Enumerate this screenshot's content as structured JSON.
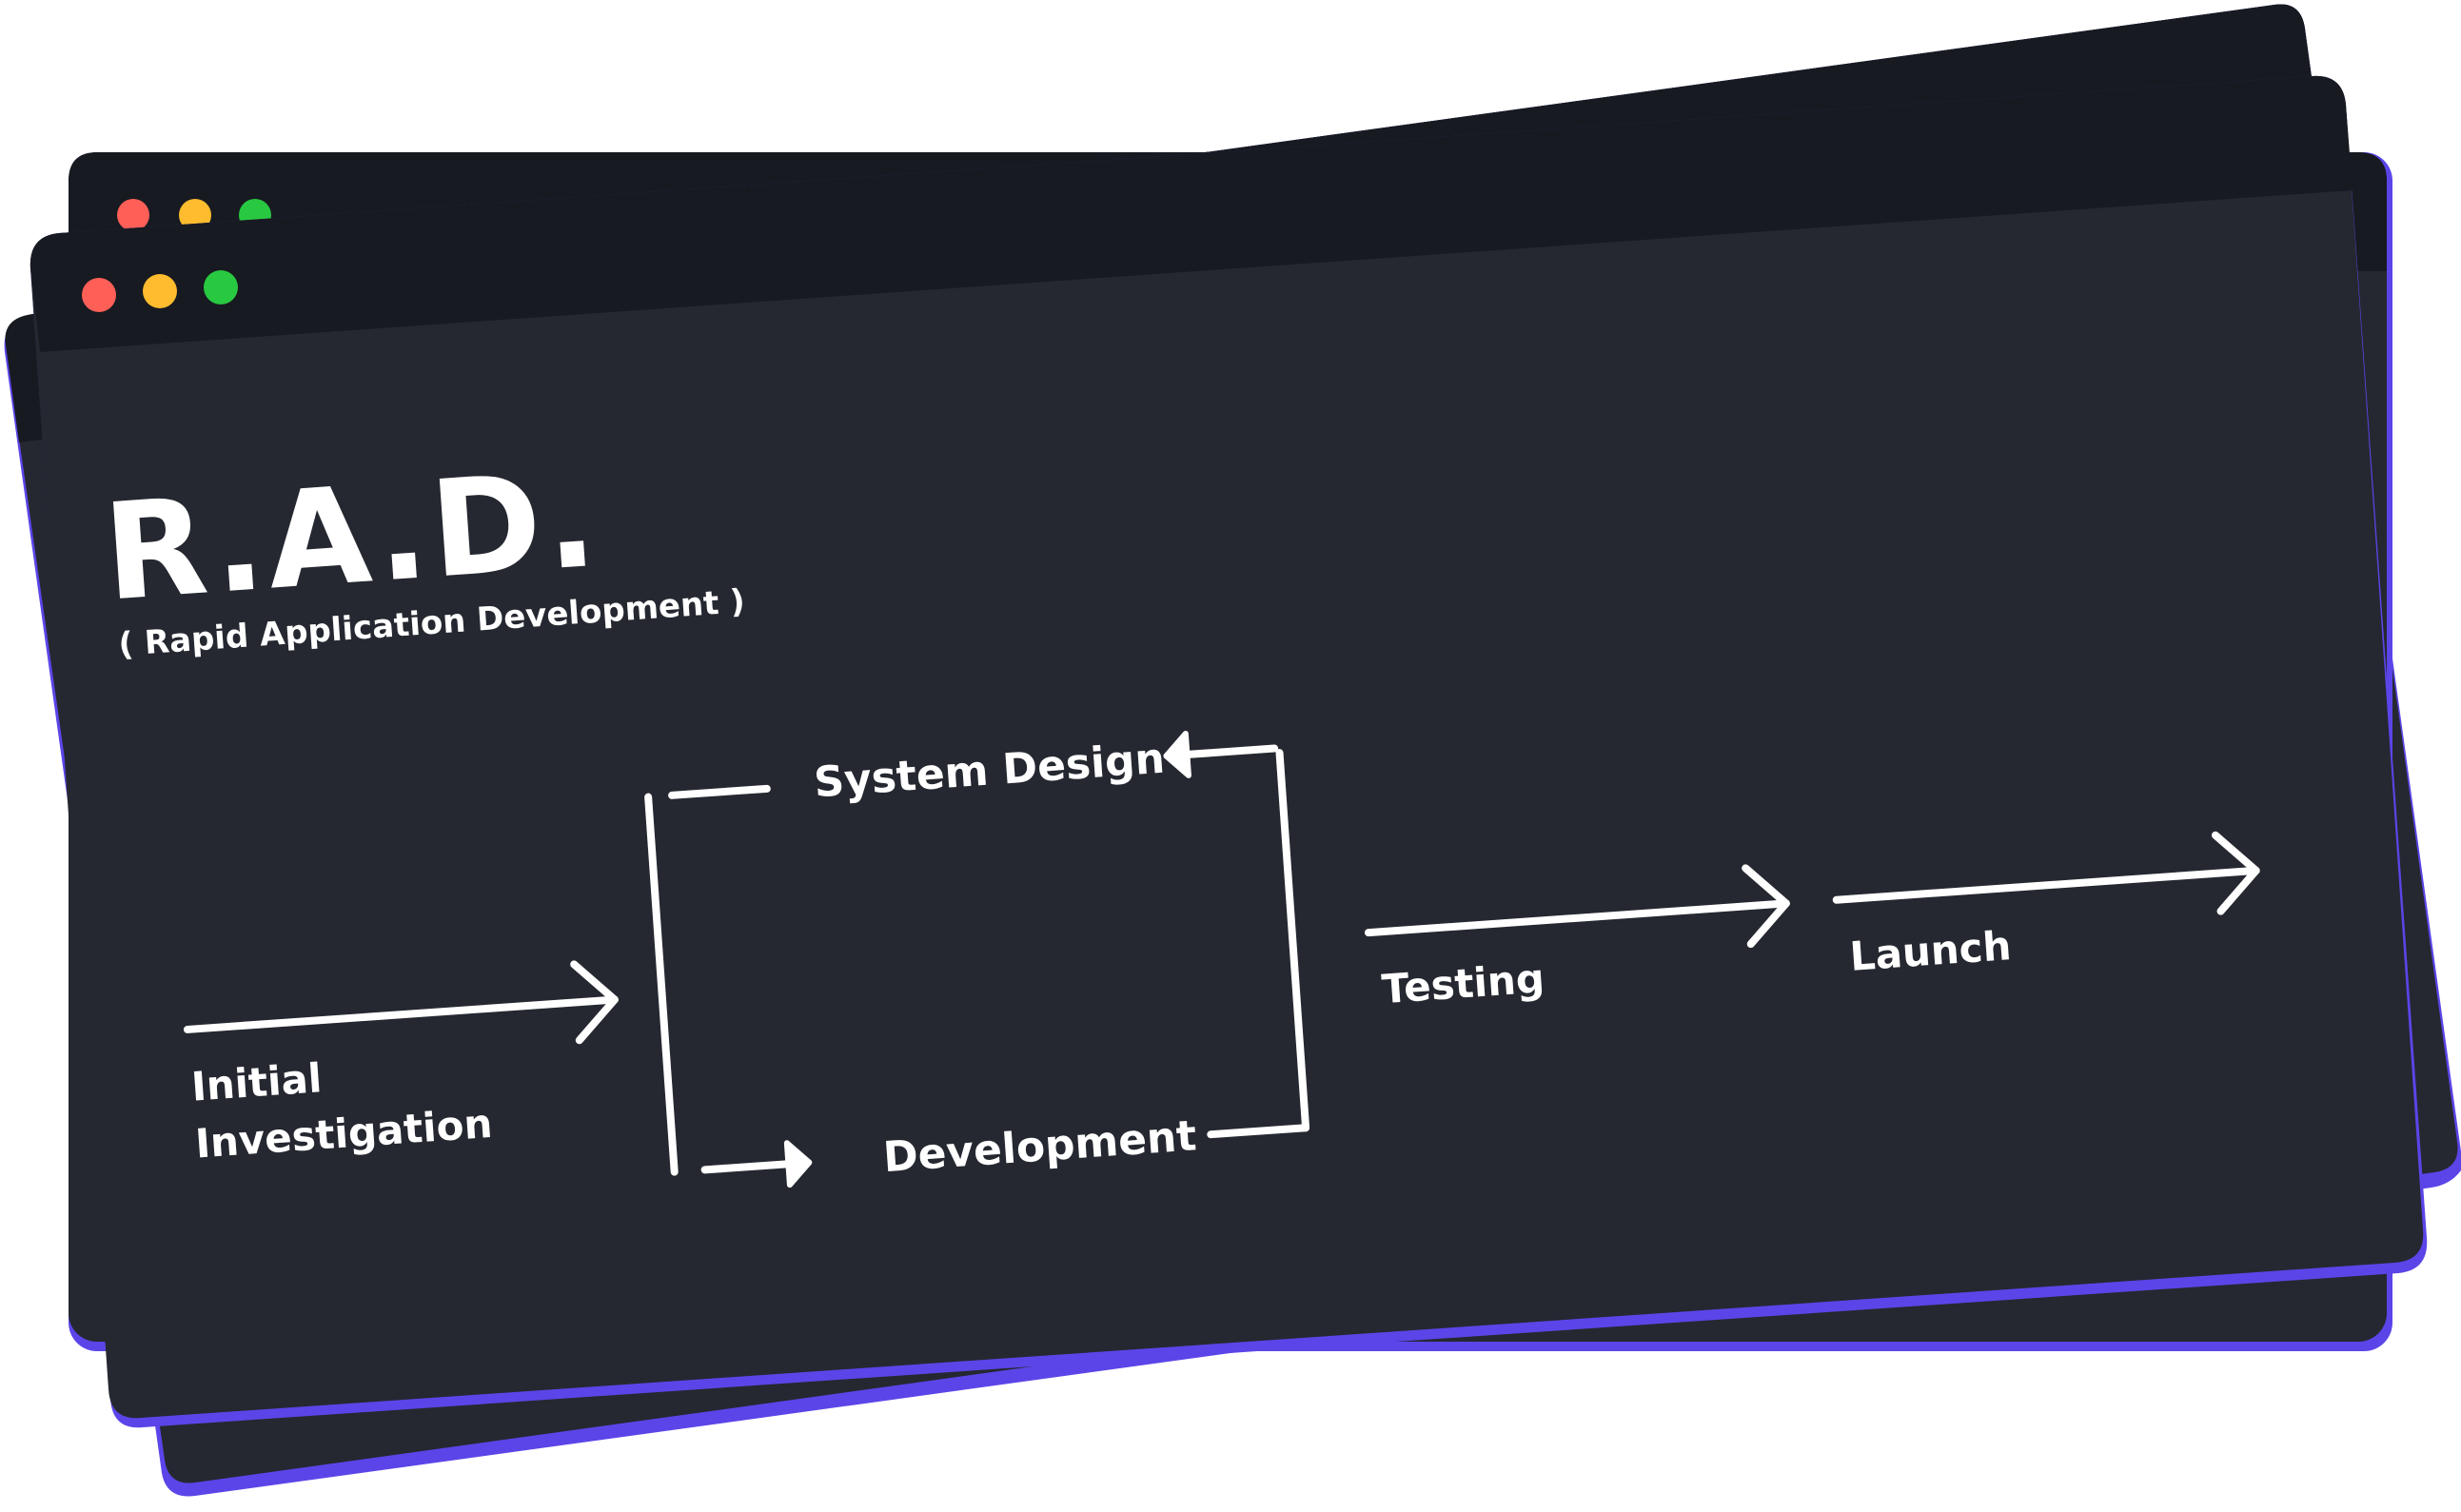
{
  "theme": {
    "window_bg": "#252830",
    "titlebar_bg": "#171a21",
    "accent_border": "#5b45e8",
    "stroke": "#ffffff",
    "text": "#ffffff",
    "dot_red": "#ff5f57",
    "dot_yellow": "#febc2e",
    "dot_green": "#28c840"
  },
  "title": {
    "main": "R.A.D.",
    "subtitle": "( Rapid Application Development )"
  },
  "diagram": {
    "steps": {
      "initial_line1": "Initial",
      "initial_line2": "Investigation",
      "system_design": "System Design",
      "development": "Development",
      "testing": "Testing",
      "launch": "Launch"
    },
    "icons": {
      "arrow": "arrow-right-icon",
      "window_dots": [
        "close-dot-icon",
        "minimize-dot-icon",
        "maximize-dot-icon"
      ]
    }
  }
}
